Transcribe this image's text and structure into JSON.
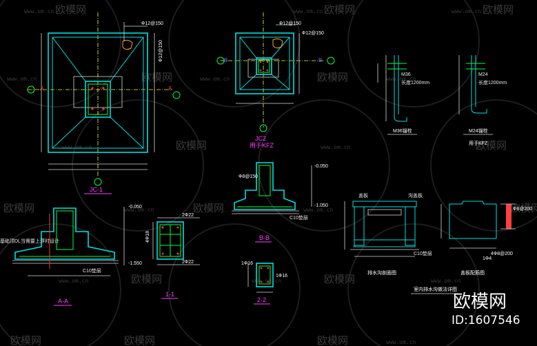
{
  "watermarks": {
    "brand": "欧模网",
    "url": "www.om.cn"
  },
  "brand_badge": {
    "name": "欧模网",
    "id": "ID:1607546"
  },
  "details": {
    "jc1": {
      "title": "JC-1",
      "axis_left": "A",
      "axis_right": "A",
      "rebar_top": "Ф12@150",
      "rebar_right": "Ф12@150"
    },
    "jc2": {
      "title": "JC2",
      "subtitle": "用于KFZ",
      "axis_left": "B",
      "axis_right": "B",
      "rebar_top": "Ф12@150",
      "rebar_right": "Ф12@150"
    },
    "anchor_m36": {
      "label": "M36锚栓",
      "note1": "M36",
      "note2": "长度1200mm"
    },
    "anchor_m24": {
      "label": "M24锚栓",
      "title": "用于KFZ",
      "note1": "M24",
      "note2": "长度1200mm"
    },
    "sec_aa": {
      "title": "A-A",
      "elev_top": "-0.050",
      "elev_bottom": "-1.550",
      "note_left": "基础顶DL当需要上浮时设计",
      "note_bottom": "C10垫层"
    },
    "sec_11": {
      "title": "1-1",
      "top_rebar": "2Ф22",
      "bottom_rebar": "2Ф22",
      "side": "4Ф18"
    },
    "sec_bb": {
      "title": "B-B",
      "elev_top": "-0.050",
      "elev_bottom": "-1.050",
      "rebar": "Ф8@150",
      "note_bottom": "C10垫层"
    },
    "sec_22": {
      "title": "2-2",
      "rebar_left": "1Ф16",
      "rebar_right": "1Ф16"
    },
    "drain": {
      "title": "排水沟剖面图",
      "top_left": "盖板",
      "top_right": "沟盖板",
      "note": "C10垫层",
      "subtitle": "室内排水沟做法详图"
    },
    "cover": {
      "title": "盖板配筋图",
      "dim1": "1Ф4",
      "dim2": "4Ф8@200",
      "dim3": "Ф8@200"
    }
  }
}
